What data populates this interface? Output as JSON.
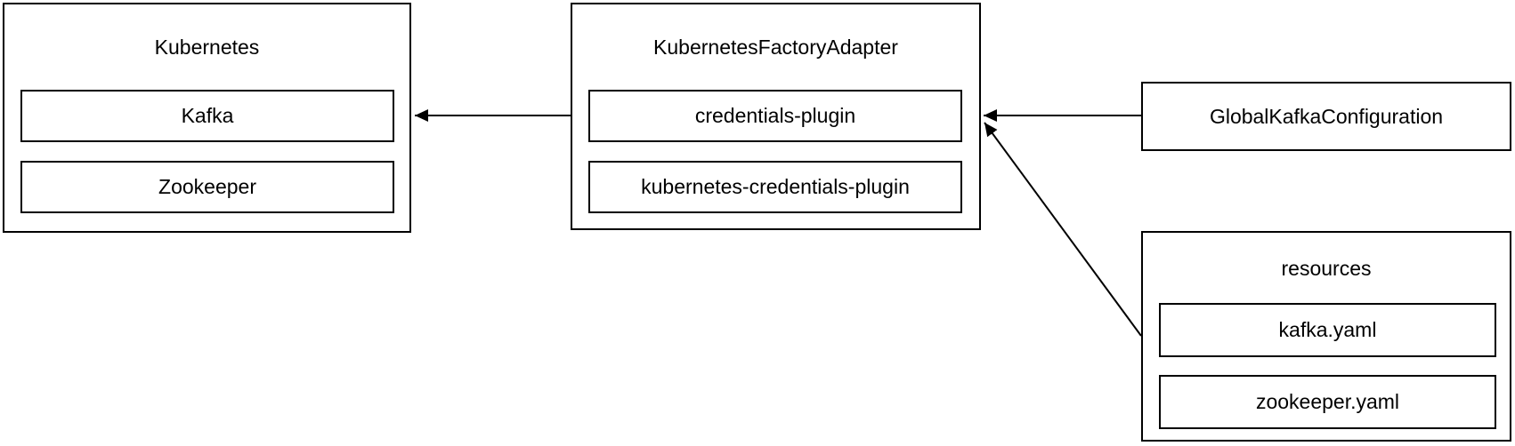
{
  "diagram": {
    "background_color": "#ffffff",
    "stroke_color": "#000000",
    "boxes": {
      "kubernetes": {
        "title": "Kubernetes",
        "items": [
          {
            "label": "Kafka"
          },
          {
            "label": "Zookeeper"
          }
        ]
      },
      "adapter": {
        "title": "KubernetesFactoryAdapter",
        "items": [
          {
            "label": "credentials-plugin"
          },
          {
            "label": "kubernetes-credentials-plugin"
          }
        ]
      },
      "global_kafka": {
        "title": "GlobalKafkaConfiguration"
      },
      "resources": {
        "title": "resources",
        "items": [
          {
            "label": "kafka.yaml"
          },
          {
            "label": "zookeeper.yaml"
          }
        ]
      }
    },
    "edges": [
      {
        "from": "KubernetesFactoryAdapter",
        "to": "Kubernetes",
        "style": "arrow"
      },
      {
        "from": "GlobalKafkaConfiguration",
        "to": "KubernetesFactoryAdapter",
        "style": "arrow"
      },
      {
        "from": "resources",
        "to": "KubernetesFactoryAdapter",
        "style": "arrow"
      }
    ]
  }
}
